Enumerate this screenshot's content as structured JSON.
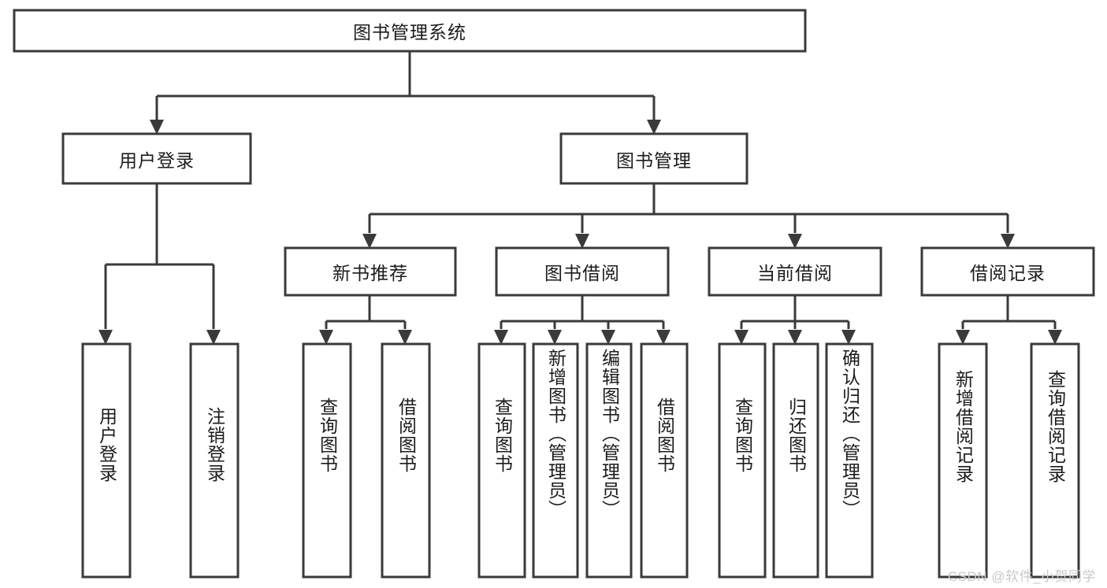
{
  "diagram": {
    "title": "图书管理系统",
    "type": "tree-hierarchy-chart",
    "watermark": "CSDN @软件_小贺同学",
    "colors": {
      "box_fill": "#ffffff",
      "box_stroke": "#3a3a3a",
      "text": "#1c1c1c",
      "background": "#ffffff",
      "watermark": "#c9c9c9"
    },
    "root": {
      "label": "图书管理系统"
    },
    "level2": [
      {
        "label": "用户登录"
      },
      {
        "label": "图书管理"
      }
    ],
    "level3": [
      {
        "label": "新书推荐"
      },
      {
        "label": "图书借阅"
      },
      {
        "label": "当前借阅"
      },
      {
        "label": "借阅记录"
      }
    ],
    "leaves": {
      "user_login": [
        {
          "label": "用户登录"
        },
        {
          "label": "注销登录"
        }
      ],
      "new_book_recommend": [
        {
          "label": "查询图书"
        },
        {
          "label": "借阅图书"
        }
      ],
      "book_borrow": [
        {
          "label": "查询图书"
        },
        {
          "label": "新增图书（管理员）"
        },
        {
          "label": "编辑图书（管理员）"
        },
        {
          "label": "借阅图书"
        }
      ],
      "current_borrow": [
        {
          "label": "查询图书"
        },
        {
          "label": "归还图书"
        },
        {
          "label": "确认归还（管理员）"
        }
      ],
      "borrow_record": [
        {
          "label": "新增借阅记录"
        },
        {
          "label": "查询借阅记录"
        }
      ]
    }
  }
}
